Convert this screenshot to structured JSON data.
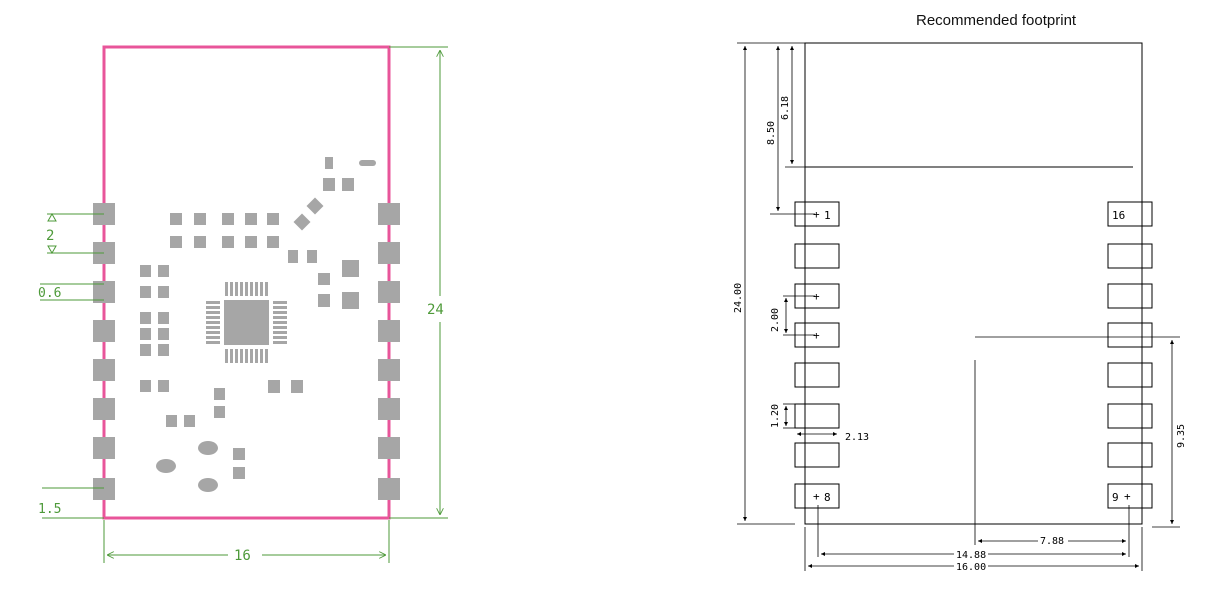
{
  "left_drawing": {
    "outline_color": "#e8559a",
    "pad_color": "#a6a6a6",
    "dim_color": "#4e9a3a",
    "labels": {
      "pitch": "2",
      "pad_height": "0.6",
      "edge": "1.5",
      "height": "24",
      "width": "16"
    }
  },
  "right_drawing": {
    "title": "Recommended footprint",
    "line_color": "#000000",
    "pins": {
      "pin1": "1",
      "pin16": "16",
      "pin8": "8",
      "pin9": "9"
    },
    "dims": {
      "total_height": "24.00",
      "antenna_outer": "8.50",
      "antenna_inner": "6.18",
      "pitch": "2.00",
      "pad_h": "1.20",
      "pad_w": "2.13",
      "right_vertical": "9.35",
      "half_span": "7.88",
      "pad_span": "14.88",
      "total_width": "16.00"
    }
  }
}
